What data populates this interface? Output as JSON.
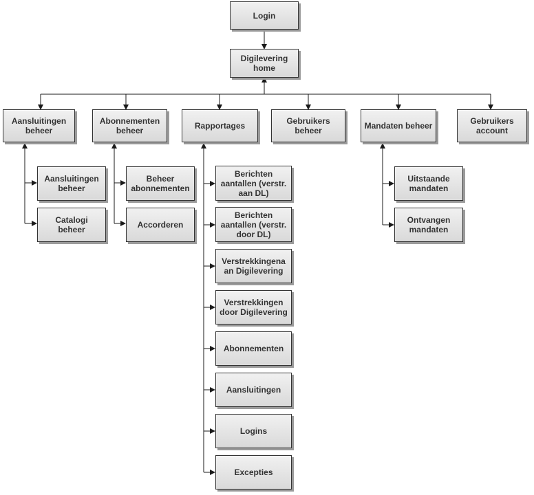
{
  "diagram": {
    "colors": {
      "line": "#1a1a1a",
      "node_border": "#333333",
      "node_fill_top": "#f1f1f1",
      "node_fill_bottom": "#d9d9d9",
      "text": "#333333"
    },
    "nodes": {
      "login": "Login",
      "home": "Digilevering\nhome",
      "aansluitingen_beheer_top": "Aansluitingen\nbeheer",
      "abonnementen_beheer": "Abonnementen\nbeheer",
      "rapportages": "Rapportages",
      "gebruikers_beheer": "Gebruikers\nbeheer",
      "mandaten_beheer": "Mandaten beheer",
      "gebruikers_account": "Gebruikers\naccount",
      "aansluitingen_beheer_sub": "Aansluitingen\nbeheer",
      "catalogi_beheer": "Catalogi beheer",
      "beheer_abonnementen": "Beheer\nabonnementen",
      "accorderen": "Accorderen",
      "berichten_aan_dl": "Berichten\naantallen (verstr.\naan DL)",
      "berichten_door_dl": "Berichten\naantallen (verstr.\ndoor DL)",
      "verstrekkingen_aan": "Verstrekkingena\nan Digilevering",
      "verstrekkingen_door": "Verstrekkingen\ndoor Digilevering",
      "abonnementen": "Abonnementen",
      "aansluitingen": "Aansluitingen",
      "logins": "Logins",
      "excepties": "Excepties",
      "uitstaande_mandaten": "Uitstaande\nmandaten",
      "ontvangen_mandaten": "Ontvangen\nmandaten"
    }
  }
}
